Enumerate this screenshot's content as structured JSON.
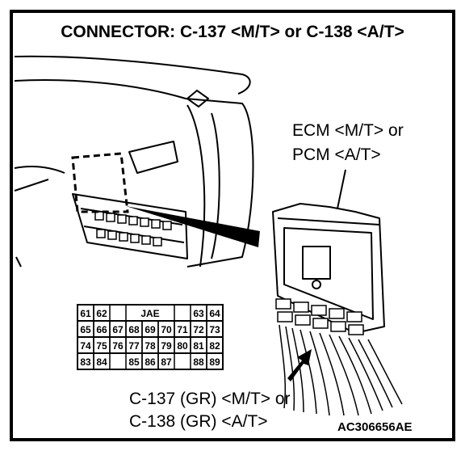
{
  "title": "CONNECTOR: C-137 <M/T> or C-138 <A/T>",
  "ecm_label": {
    "line1": "ECM <M/T> or",
    "line2": "PCM <A/T>"
  },
  "connector_label": {
    "line1": "C-137 (GR) <M/T> or",
    "line2": "C-138 (GR) <A/T>"
  },
  "figure_code": "AC306656AE",
  "pin_diagram": {
    "maker": "JAE",
    "row1_left": [
      "61",
      "62"
    ],
    "row1_right": [
      "63",
      "64"
    ],
    "row2": [
      "65",
      "66",
      "67",
      "68",
      "69",
      "70",
      "71",
      "72",
      "73"
    ],
    "row3": [
      "74",
      "75",
      "76",
      "77",
      "78",
      "79",
      "80",
      "81",
      "82"
    ],
    "row4_left": [
      "83",
      "84"
    ],
    "row4_mid": [
      "85",
      "86",
      "87"
    ],
    "row4_right": [
      "88",
      "89"
    ]
  }
}
